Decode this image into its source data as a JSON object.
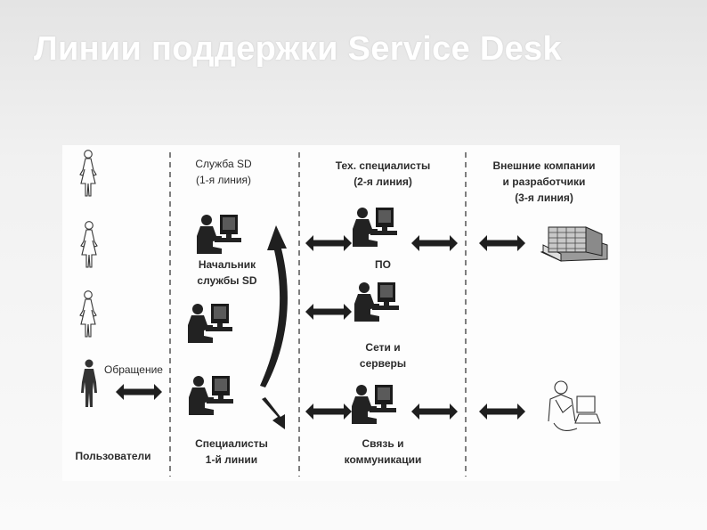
{
  "slide": {
    "title": "Линии поддержки Service Desk"
  },
  "diagram": {
    "sd_header_1": "Служба SD",
    "sd_header_2": "(1-я линия)",
    "tech_header_1": "Тех. специалисты",
    "tech_header_2": "(2-я линия)",
    "ext_header_1": "Внешние компании",
    "ext_header_2": "и разработчики",
    "ext_header_3": "(3-я линия)",
    "chief_1": "Начальник",
    "chief_2": "службы SD",
    "sd_specialists_1": "Специалисты",
    "sd_specialists_2": "1-й линии",
    "users": "Пользователи",
    "request": "Обращение",
    "software": "ПО",
    "networks_1": "Сети и",
    "networks_2": "серверы",
    "comm_1": "Связь и",
    "comm_2": "коммуникации"
  }
}
